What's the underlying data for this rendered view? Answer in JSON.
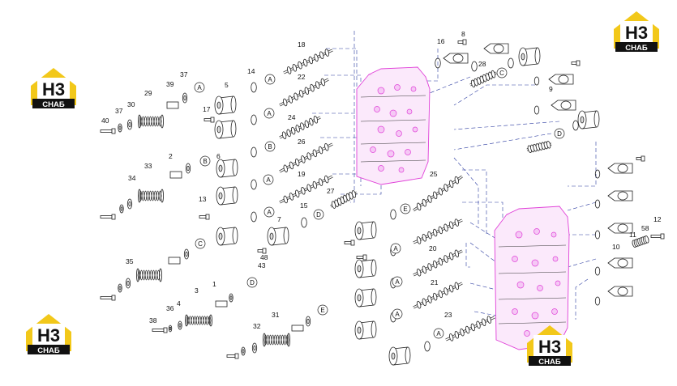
{
  "logo": {
    "mark": "H3",
    "caption": "CHAБ"
  },
  "circle_letters": [
    "A",
    "B",
    "C",
    "D",
    "E"
  ],
  "labels": [
    "40",
    "37",
    "30",
    "29",
    "39",
    "37",
    "17",
    "5",
    "14",
    "18",
    "22",
    "24",
    "26",
    "19",
    "27",
    "25",
    "2",
    "33",
    "34",
    "6",
    "13",
    "7",
    "15",
    "43",
    "48",
    "35",
    "3",
    "4",
    "36",
    "38",
    "31",
    "32",
    "1",
    "16",
    "8",
    "28",
    "9",
    "20",
    "21",
    "23",
    "11",
    "58",
    "12",
    "10"
  ]
}
